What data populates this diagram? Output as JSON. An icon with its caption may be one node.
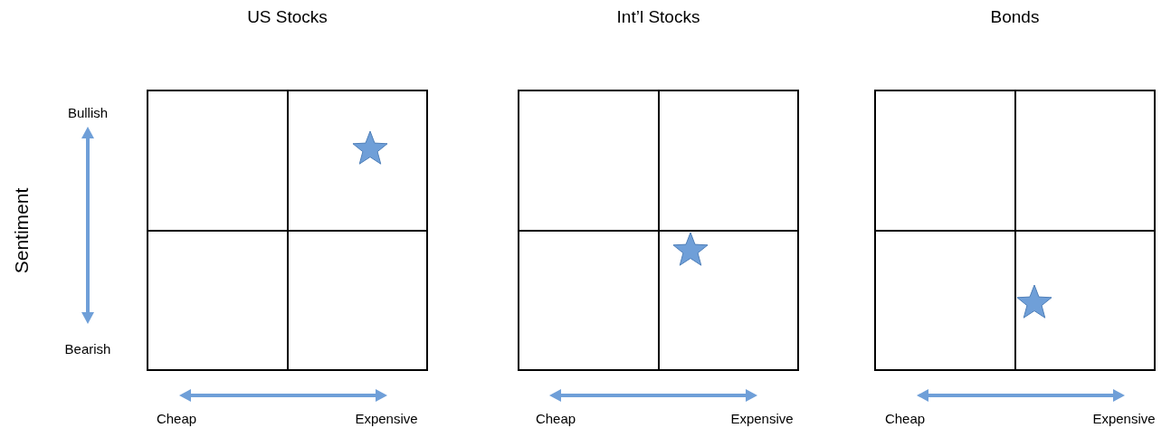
{
  "diagram": {
    "nodes": [
      {
        "text": [
          "US Stocks"
        ]
      },
      {
        "text": [
          "Int’l Stocks"
        ]
      },
      {
        "text": [
          "Bonds"
        ]
      }
    ],
    "labels": [
      "Bullish",
      "Sentiment",
      "Bearish",
      "Cheap",
      "Expensive",
      "Cheap",
      "Expensive",
      "Cheap",
      "Expensive"
    ]
  }
}
